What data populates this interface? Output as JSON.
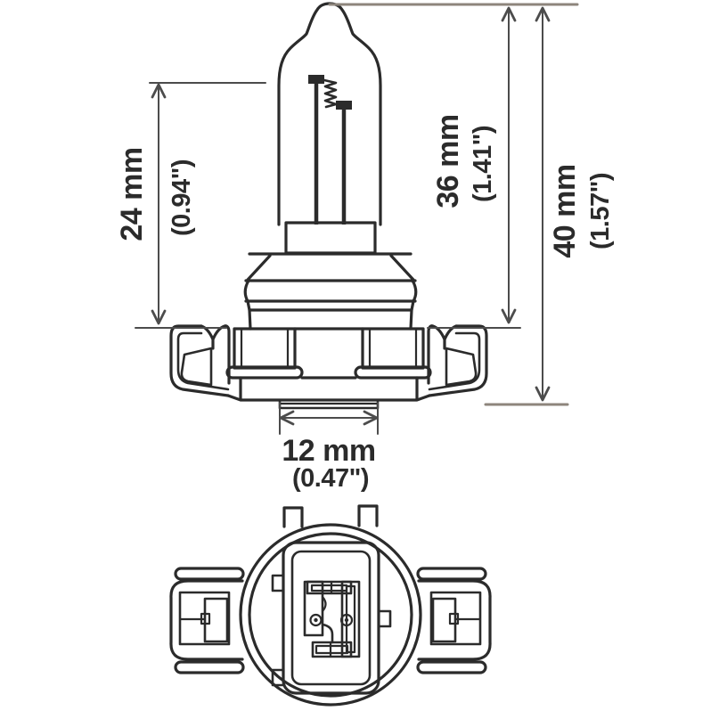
{
  "dimensions": {
    "d24": {
      "mm": "24 mm",
      "in": "(0.94\")"
    },
    "d36": {
      "mm": "36 mm",
      "in": "(1.41\")"
    },
    "d40": {
      "mm": "40 mm",
      "in": "(1.57\")"
    },
    "d12": {
      "mm": "12 mm",
      "in": "(0.47\")"
    }
  },
  "colors": {
    "ink": "#2b2b2b",
    "dim": "#4c4c4c",
    "ref": "#8d857c",
    "bg": "#ffffff"
  }
}
